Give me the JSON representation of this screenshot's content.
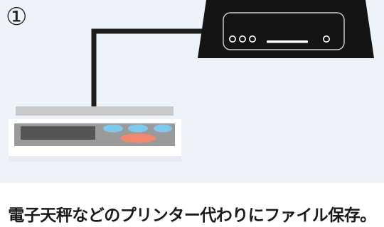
{
  "step_marker": "①",
  "caption": "電子天秤などのプリンター代わりにファイル保存。",
  "icons": {
    "device": "data-logger-icon",
    "scale": "electronic-balance-icon",
    "cable": "cable-connection"
  },
  "colors": {
    "panel_background": "#eef2f9",
    "device_body": "#141414",
    "cable": "#1e1e1e",
    "scale_top": "#c9c9c9",
    "scale_display": "#555555",
    "scale_key": "#7fc9ee",
    "scale_main_key": "#f2896e"
  }
}
